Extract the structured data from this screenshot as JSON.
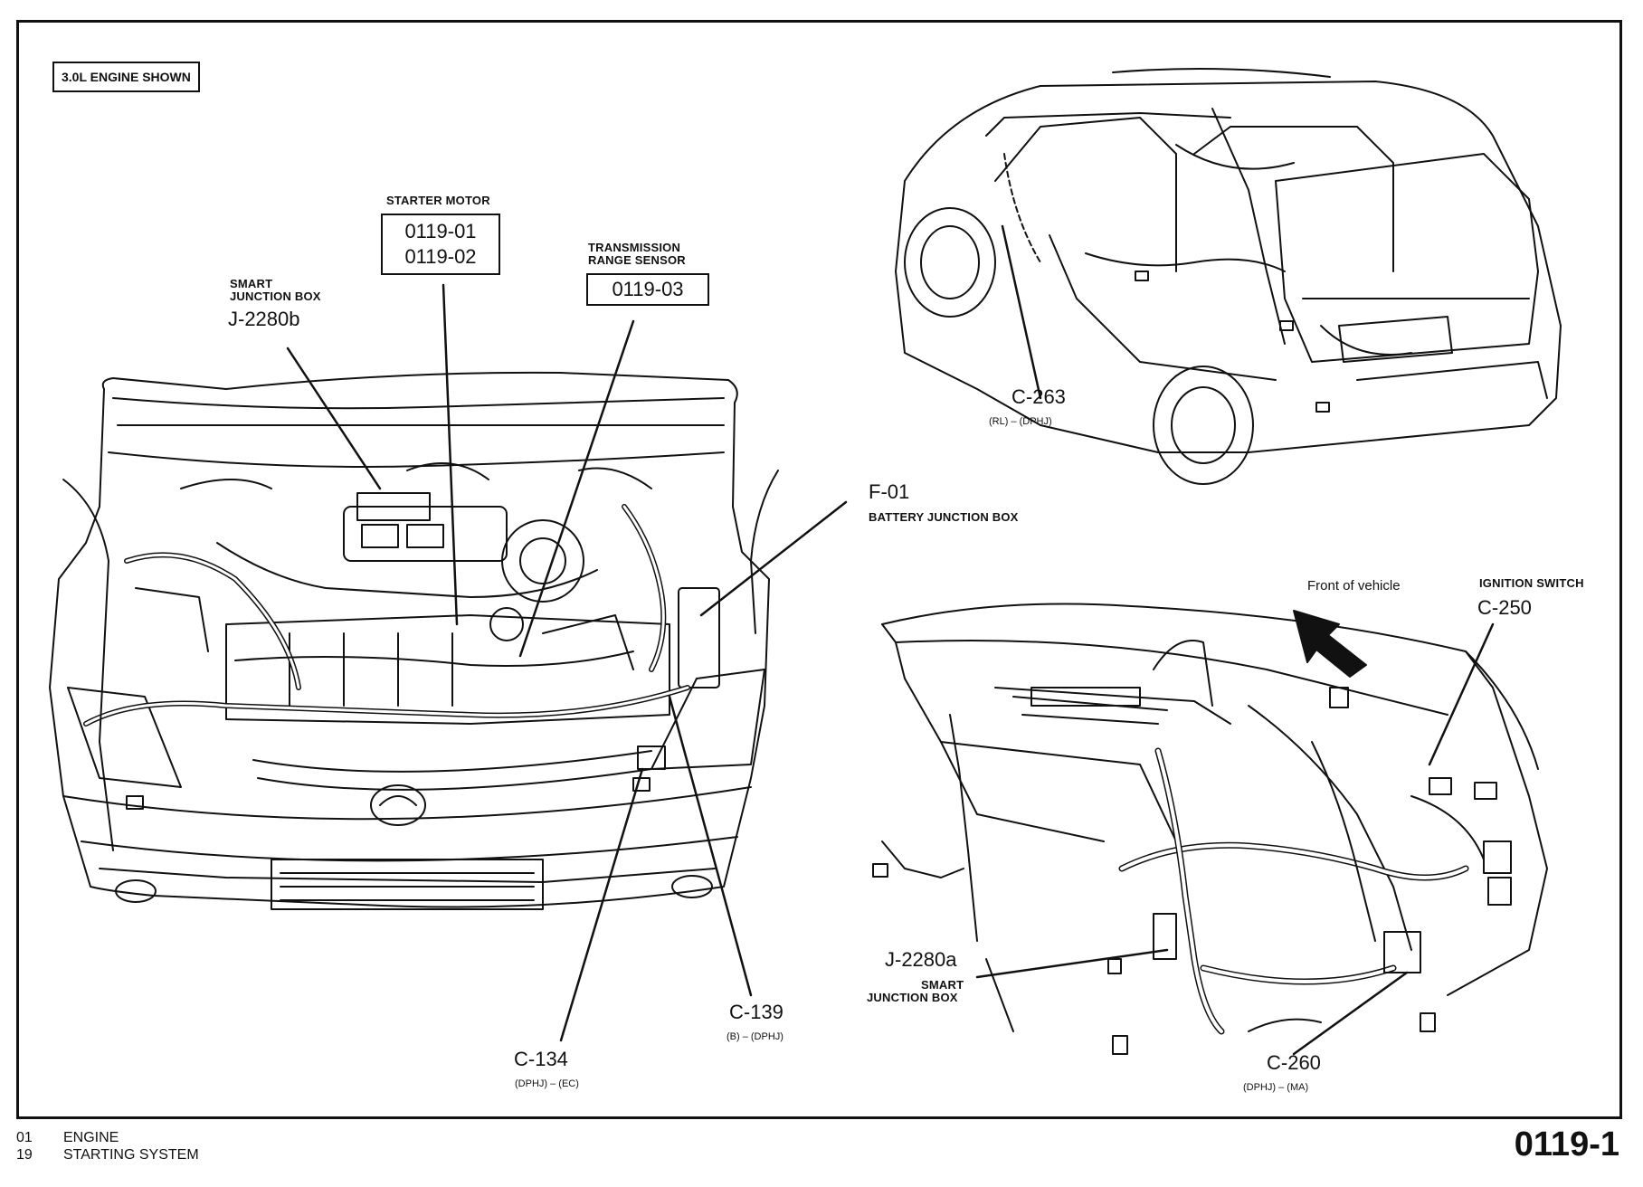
{
  "engine_note": "3.0L ENGINE SHOWN",
  "labels": {
    "starter_motor": "STARTER MOTOR",
    "starter_codes": [
      "0119-01",
      "0119-02"
    ],
    "trs_line1": "TRANSMISSION",
    "trs_line2": "RANGE SENSOR",
    "trs_code": "0119-03",
    "sjb_line1": "SMART",
    "sjb_line2": "JUNCTION BOX",
    "sjb_code": "J-2280b",
    "f01": "F-01",
    "f01_desc": "BATTERY JUNCTION BOX",
    "c263": "C-263",
    "c263_desc": "(RL) – (DPHJ)",
    "front_of_vehicle": "Front of vehicle",
    "ignition_switch": "IGNITION SWITCH",
    "c250": "C-250",
    "j2280a": "J-2280a",
    "j2280a_line1": "SMART",
    "j2280a_line2": "JUNCTION BOX",
    "c139": "C-139",
    "c139_desc": "(B) – (DPHJ)",
    "c134": "C-134",
    "c134_desc": "(DPHJ) – (EC)",
    "c260": "C-260",
    "c260_desc": "(DPHJ) – (MA)"
  },
  "footer": {
    "line1_num": "01",
    "line1_text": "ENGINE",
    "line2_num": "19",
    "line2_text": "STARTING SYSTEM",
    "page": "0119-1"
  }
}
